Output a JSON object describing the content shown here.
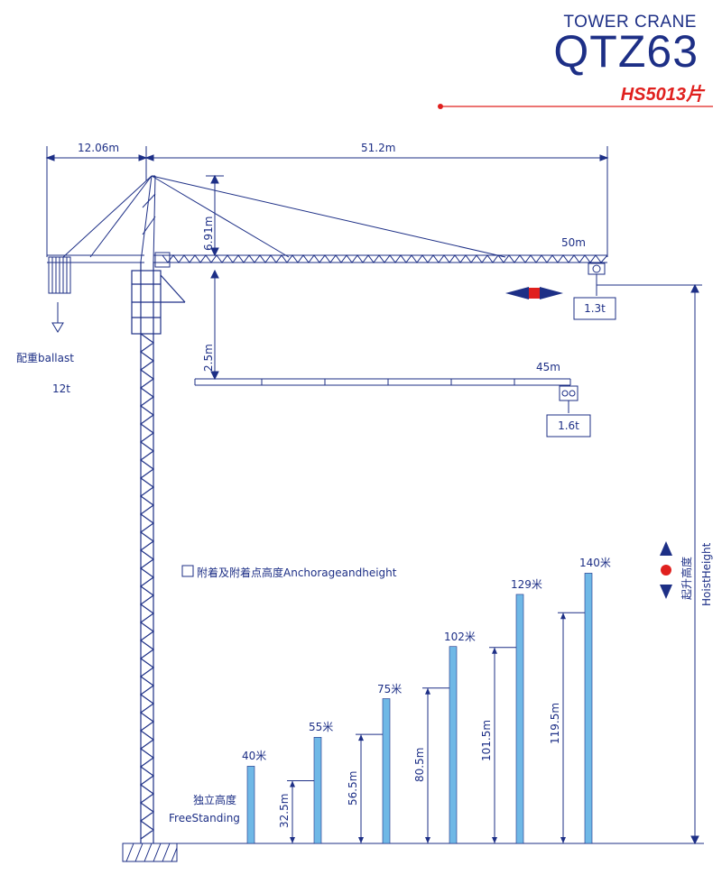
{
  "header": {
    "subtitle": "TOWER CRANE",
    "model": "QTZ63",
    "code": "HS5013片"
  },
  "dimensions": {
    "counter_jib_length": "12.06m",
    "jib_length": "51.2m",
    "tower_head_height": "6.91m",
    "jib_offset": "2.5m",
    "max_radius": "50m",
    "alt_radius": "45m"
  },
  "loads": {
    "tip_load_50m": "1.3t",
    "tip_load_45m": "1.6t"
  },
  "ballast": {
    "label": "配重ballast",
    "weight": "12t"
  },
  "legend": {
    "anchorage": "附着及附着点高度Anchorageandheight"
  },
  "hoist_height": {
    "label_cn": "起升高度",
    "label_en": "HoistHeight"
  },
  "freestanding": {
    "label_cn": "独立高度",
    "label_en": "FreeStanding"
  },
  "heights": [
    {
      "label": "40米",
      "value": 40
    },
    {
      "label": "55米",
      "value": 55,
      "anchor_label": "32.5m"
    },
    {
      "label": "75米",
      "value": 75,
      "anchor_label": "56.5m"
    },
    {
      "label": "102米",
      "value": 102,
      "anchor_label": "80.5m"
    },
    {
      "label": "129米",
      "value": 129,
      "anchor_label": "101.5m"
    },
    {
      "label": "140米",
      "value": 140,
      "anchor_label": "119.5m"
    }
  ],
  "colors": {
    "line": "#1d2f86",
    "accent": "#e0201e",
    "column": "#6fb8e6"
  }
}
